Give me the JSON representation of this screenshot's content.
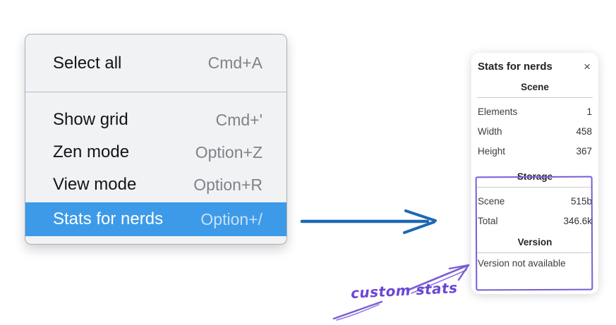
{
  "context_menu": {
    "items": [
      {
        "label": "Select all",
        "shortcut": "Cmd+A"
      },
      {
        "label": "Show grid",
        "shortcut": "Cmd+'"
      },
      {
        "label": "Zen mode",
        "shortcut": "Option+Z"
      },
      {
        "label": "View mode",
        "shortcut": "Option+R"
      },
      {
        "label": "Stats for nerds",
        "shortcut": "Option+/"
      }
    ],
    "highlighted_item": "Stats for nerds",
    "highlight_color": "#3d9ae8"
  },
  "stats_panel": {
    "title": "Stats for nerds",
    "close_glyph": "×",
    "scene_section": {
      "heading": "Scene",
      "rows": [
        {
          "label": "Elements",
          "value": "1"
        },
        {
          "label": "Width",
          "value": "458"
        },
        {
          "label": "Height",
          "value": "367"
        }
      ]
    },
    "storage_section": {
      "heading": "Storage",
      "rows": [
        {
          "label": "Scene",
          "value": "515b"
        },
        {
          "label": "Total",
          "value": "346.6k"
        }
      ]
    },
    "version_section": {
      "heading": "Version",
      "note": "Version not available"
    }
  },
  "annotations": {
    "label": "custom stats",
    "purple_color": "#7a5cd6",
    "blue_arrow_color": "#1e68b2"
  }
}
